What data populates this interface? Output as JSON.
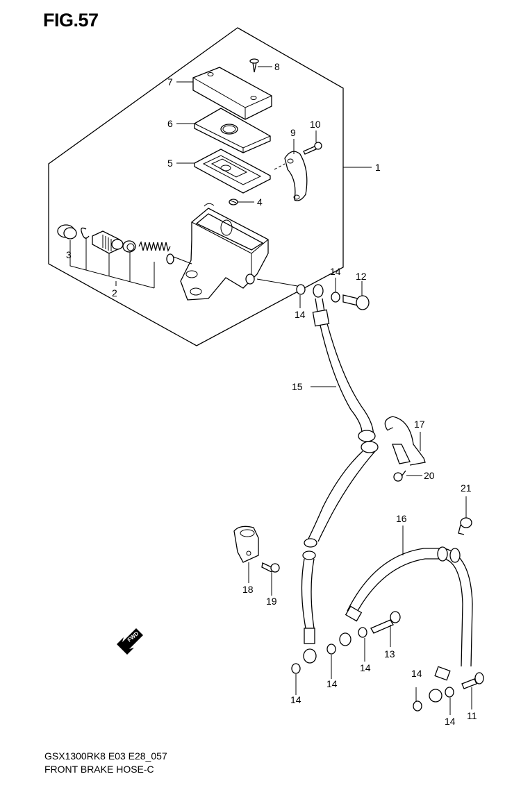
{
  "figure": {
    "title": "FIG.57",
    "model_code": "GSX1300RK8 E03 E28_057",
    "caption": "FRONT BRAKE HOSE-C"
  },
  "direction_marker": {
    "icon": "fwd-arrow-icon",
    "label": "FWD"
  },
  "callouts": [
    {
      "id": "callout-1",
      "number": "1"
    },
    {
      "id": "callout-2",
      "number": "2"
    },
    {
      "id": "callout-3",
      "number": "3"
    },
    {
      "id": "callout-4",
      "number": "4"
    },
    {
      "id": "callout-5",
      "number": "5"
    },
    {
      "id": "callout-6",
      "number": "6"
    },
    {
      "id": "callout-7",
      "number": "7"
    },
    {
      "id": "callout-8",
      "number": "8"
    },
    {
      "id": "callout-9",
      "number": "9"
    },
    {
      "id": "callout-10",
      "number": "10"
    },
    {
      "id": "callout-11",
      "number": "11"
    },
    {
      "id": "callout-12",
      "number": "12"
    },
    {
      "id": "callout-13",
      "number": "13"
    },
    {
      "id": "callout-14a",
      "number": "14"
    },
    {
      "id": "callout-14b",
      "number": "14"
    },
    {
      "id": "callout-14c",
      "number": "14"
    },
    {
      "id": "callout-14d",
      "number": "14"
    },
    {
      "id": "callout-14e",
      "number": "14"
    },
    {
      "id": "callout-14f",
      "number": "14"
    },
    {
      "id": "callout-14g",
      "number": "14"
    },
    {
      "id": "callout-15",
      "number": "15"
    },
    {
      "id": "callout-16",
      "number": "16"
    },
    {
      "id": "callout-17",
      "number": "17"
    },
    {
      "id": "callout-18",
      "number": "18"
    },
    {
      "id": "callout-19",
      "number": "19"
    },
    {
      "id": "callout-20",
      "number": "20"
    },
    {
      "id": "callout-21",
      "number": "21"
    }
  ]
}
